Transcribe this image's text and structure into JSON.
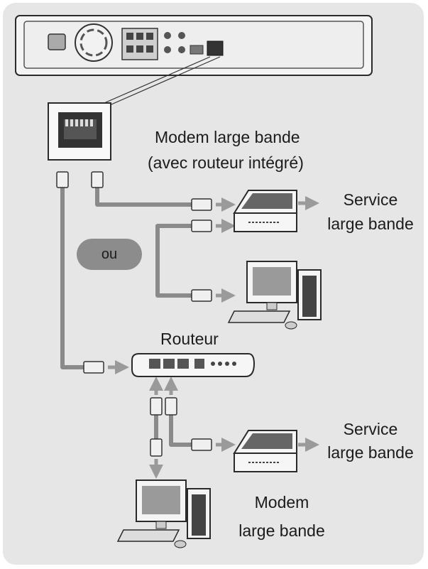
{
  "labels": {
    "modem_top_line1": "Modem large bande",
    "modem_top_line2": "(avec routeur intégré)",
    "service_top_line1": "Service",
    "service_top_line2": "large bande",
    "or": "ou",
    "router": "Routeur",
    "service_bottom_line1": "Service",
    "service_bottom_line2": "large bande",
    "modem_bottom_line1": "Modem",
    "modem_bottom_line2": "large bande"
  },
  "colors": {
    "background": "#e6e6e6",
    "cable": "#8a8a8a",
    "arrow": "#9a9a9a",
    "device_outline": "#2a2a2a"
  }
}
